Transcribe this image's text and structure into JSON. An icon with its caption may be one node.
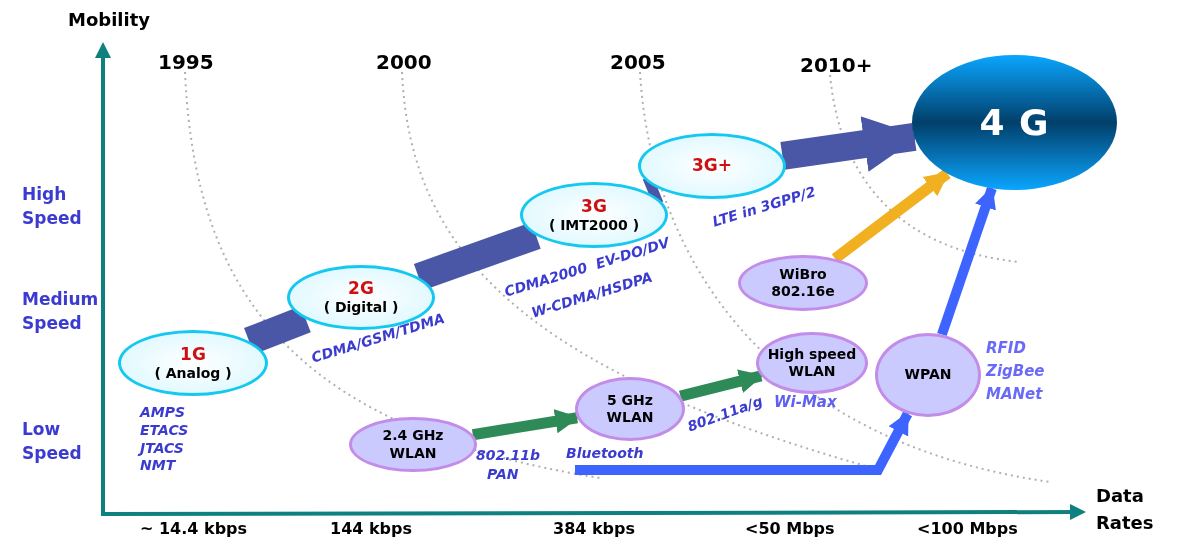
{
  "diagram": {
    "nodes": [
      {
        "text": [
          "1G",
          "( Analog )"
        ]
      },
      {
        "text": [
          "2G",
          "( Digital )"
        ]
      },
      {
        "text": [
          "3G",
          "( IMT2000 )"
        ]
      },
      {
        "text": [
          "3G+"
        ]
      },
      {
        "text": [
          "4 G"
        ]
      },
      {
        "text": [
          "2.4 GHz WLAN"
        ]
      },
      {
        "text": [
          "5 GHz WLAN"
        ]
      },
      {
        "text": [
          "High speed WLAN"
        ]
      },
      {
        "text": [
          "WiBro 802.16e"
        ]
      },
      {
        "text": [
          "WPAN"
        ]
      }
    ],
    "edges": [
      {
        "from": 0,
        "to": 1,
        "arrow": "none",
        "style": "thick"
      },
      {
        "from": 1,
        "to": 2,
        "arrow": "none",
        "style": "thick"
      },
      {
        "from": 2,
        "to": 3,
        "arrow": "none",
        "style": "thick"
      },
      {
        "from": 3,
        "to": 4,
        "arrow": "to",
        "style": "thick"
      },
      {
        "from": 5,
        "to": 6,
        "arrow": "to",
        "color": "#2e8b57"
      },
      {
        "from": 6,
        "to": 7,
        "arrow": "to",
        "color": "#2e8b57"
      },
      {
        "from": 8,
        "to": 4,
        "arrow": "to",
        "color": "#f0b020"
      },
      {
        "from": null,
        "to": 9,
        "arrow": "to",
        "color": "#3d64ff"
      },
      {
        "from": 9,
        "to": 4,
        "arrow": "to",
        "color": "#3d64ff"
      }
    ],
    "labels": [
      "Mobility",
      "1995",
      "2000",
      "2005",
      "2010+",
      "High Speed",
      "Medium Speed",
      "Low Speed",
      "AMPS",
      "ETACS",
      "JTACS",
      "NMT",
      "CDMA/GSM/TDMA",
      "CDMA2000  EV-DO/DV",
      "W-CDMA/HSDPA",
      "LTE in 3GPP/2",
      "802.11b",
      "PAN",
      "Bluetooth",
      "802.11a/g",
      "Wi-Max",
      "RFID",
      "ZigBee",
      "MANet",
      "Data Rates",
      "~ 14.4 kbps",
      "144 kbps",
      "384 kbps",
      "<50 Mbps",
      "<100 Mbps"
    ]
  }
}
